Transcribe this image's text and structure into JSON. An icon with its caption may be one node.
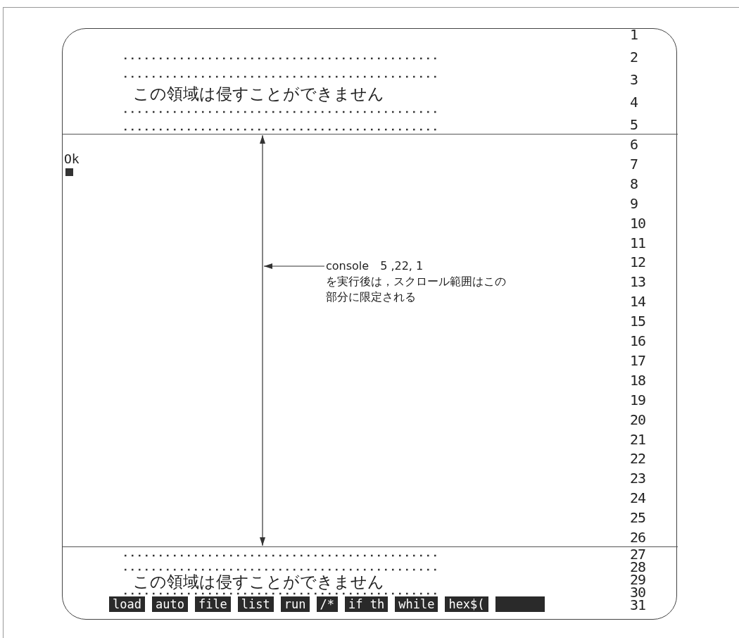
{
  "diagram": {
    "nodes": [
      {
        "text": [],
        "shape": "box"
      },
      {
        "text": [
          "この領域は侵すことができません"
        ],
        "in": 0
      },
      {
        "text": [
          "console　5 ,22, 1",
          "を実行後は，スクロール範囲はこの部分に限定される"
        ],
        "in": 0
      },
      {
        "text": [
          "この領域は侵すことができません"
        ],
        "in": 0
      }
    ],
    "edges": [
      {
        "from": 2,
        "to": null,
        "arrow": "to"
      },
      {
        "from": 1,
        "to": 3,
        "arrow": "both"
      }
    ],
    "labels": [
      "1",
      "2",
      "3",
      "4",
      "5",
      "6",
      "7",
      "8",
      "9",
      "10",
      "11",
      "12",
      "13",
      "14",
      "15",
      "16",
      "17",
      "18",
      "19",
      "20",
      "21",
      "22",
      "23",
      "24",
      "25",
      "26",
      "27",
      "28",
      "29",
      "30",
      "31",
      "Ok",
      "load",
      "auto",
      "file",
      "list",
      "run",
      "/*",
      "if th",
      "while",
      "hex$("
    ]
  }
}
